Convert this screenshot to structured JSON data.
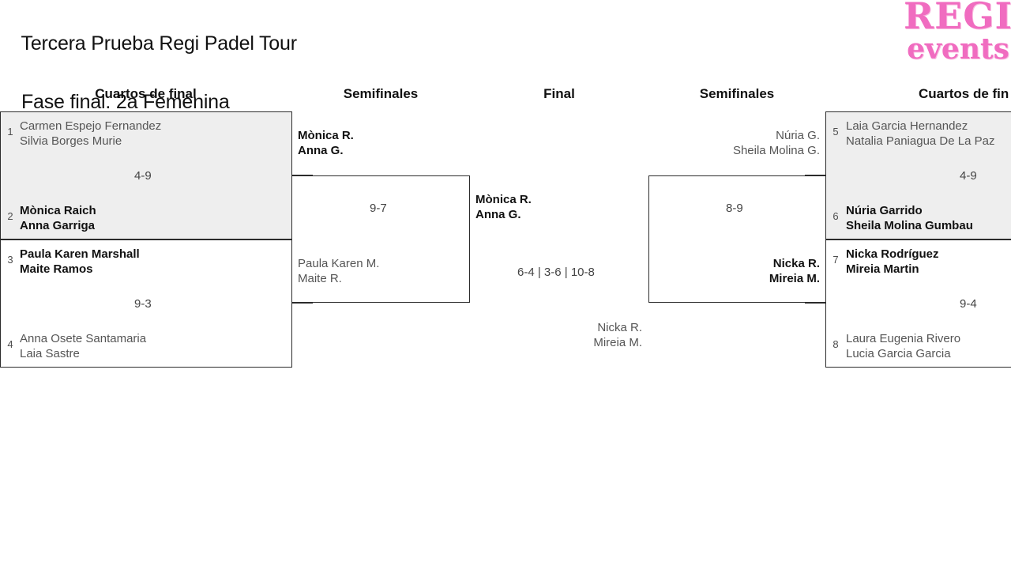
{
  "header": {
    "title_line1": "Tercera Prueba Regi Padel Tour",
    "title_line2": "Fase final. 2a Femenina"
  },
  "logo": {
    "line1": "REGI",
    "line2": "events",
    "color": "#f06cc0"
  },
  "rounds": {
    "qf_left": "Cuartos de final",
    "sf_left": "Semifinales",
    "final": "Final",
    "sf_right": "Semifinales",
    "qf_right": "Cuartos de fin"
  },
  "colors": {
    "box_border": "#2b2b2b",
    "box_shaded": "#eeeeee",
    "winner_text": "#111111",
    "loser_text": "#555555",
    "seed_text": "#4d4d4d"
  },
  "bracket": {
    "quarterfinals_left": [
      {
        "score": "4-9",
        "top": {
          "seed": "1",
          "player1": "Carmen Espejo Fernandez",
          "player2": "Silvia Borges Murie",
          "result": "loser"
        },
        "bottom": {
          "seed": "2",
          "player1": "Mònica Raich",
          "player2": "Anna Garriga",
          "result": "winner"
        }
      },
      {
        "score": "9-3",
        "top": {
          "seed": "3",
          "player1": "Paula Karen Marshall",
          "player2": "Maite Ramos",
          "result": "winner"
        },
        "bottom": {
          "seed": "4",
          "player1": "Anna Osete Santamaria",
          "player2": "Laia Sastre",
          "result": "loser"
        }
      }
    ],
    "semifinal_left": {
      "score": "9-7",
      "top": {
        "player1": "Mònica R.",
        "player2": "Anna G.",
        "result": "winner"
      },
      "bottom": {
        "player1": "Paula Karen M.",
        "player2": "Maite R.",
        "result": "loser"
      }
    },
    "final": {
      "score": "6-4 | 3-6 | 10-8",
      "left": {
        "player1": "Mònica R.",
        "player2": "Anna G.",
        "result": "winner"
      },
      "right": {
        "player1": "Nicka R.",
        "player2": "Mireia M.",
        "result": "loser"
      }
    },
    "semifinal_right": {
      "score": "8-9",
      "top": {
        "player1": "Núria G.",
        "player2": "Sheila Molina G.",
        "result": "loser"
      },
      "bottom": {
        "player1": "Nicka R.",
        "player2": "Mireia M.",
        "result": "winner"
      }
    },
    "quarterfinals_right": [
      {
        "score": "4-9",
        "top": {
          "seed": "5",
          "player1": "Laia Garcia Hernandez",
          "player2": "Natalia Paniagua De La Paz",
          "result": "loser"
        },
        "bottom": {
          "seed": "6",
          "player1": "Núria Garrido",
          "player2": "Sheila Molina Gumbau",
          "result": "winner"
        }
      },
      {
        "score": "9-4",
        "top": {
          "seed": "7",
          "player1": "Nicka Rodríguez",
          "player2": "Mireia Martin",
          "result": "winner"
        },
        "bottom": {
          "seed": "8",
          "player1": "Laura Eugenia Rivero",
          "player2": "Lucia Garcia Garcia",
          "result": "loser"
        }
      }
    ]
  }
}
